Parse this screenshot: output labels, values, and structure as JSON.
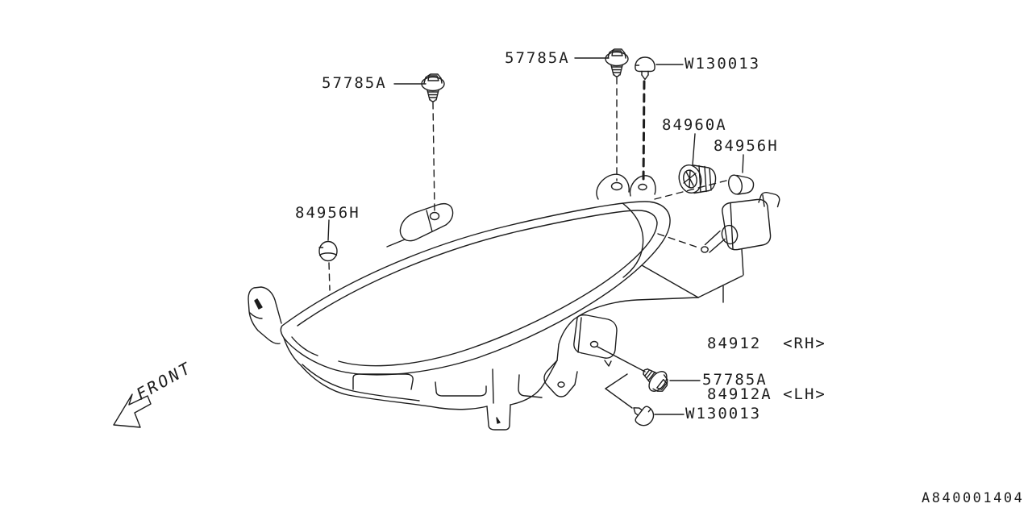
{
  "colors": {
    "background": "#ffffff",
    "line": "#1d1d1d",
    "text": "#1d1d1d"
  },
  "front_indicator": {
    "label": "FRONT"
  },
  "drawing_number": "A840001404",
  "parts": {
    "bolt_upper_left": {
      "number": "57785A"
    },
    "bolt_upper_right": {
      "number": "57785A"
    },
    "clip_upper": {
      "number": "W130013"
    },
    "bulb_socket": {
      "number": "84960A"
    },
    "cap_right": {
      "number": "84956H"
    },
    "cap_left": {
      "number": "84956H"
    },
    "headlamp_assembly": {
      "line_rh": "84912  <RH>",
      "line_lh": "84912A <LH>"
    },
    "bolt_lower": {
      "number": "57785A"
    },
    "clip_lower": {
      "number": "W130013"
    }
  }
}
